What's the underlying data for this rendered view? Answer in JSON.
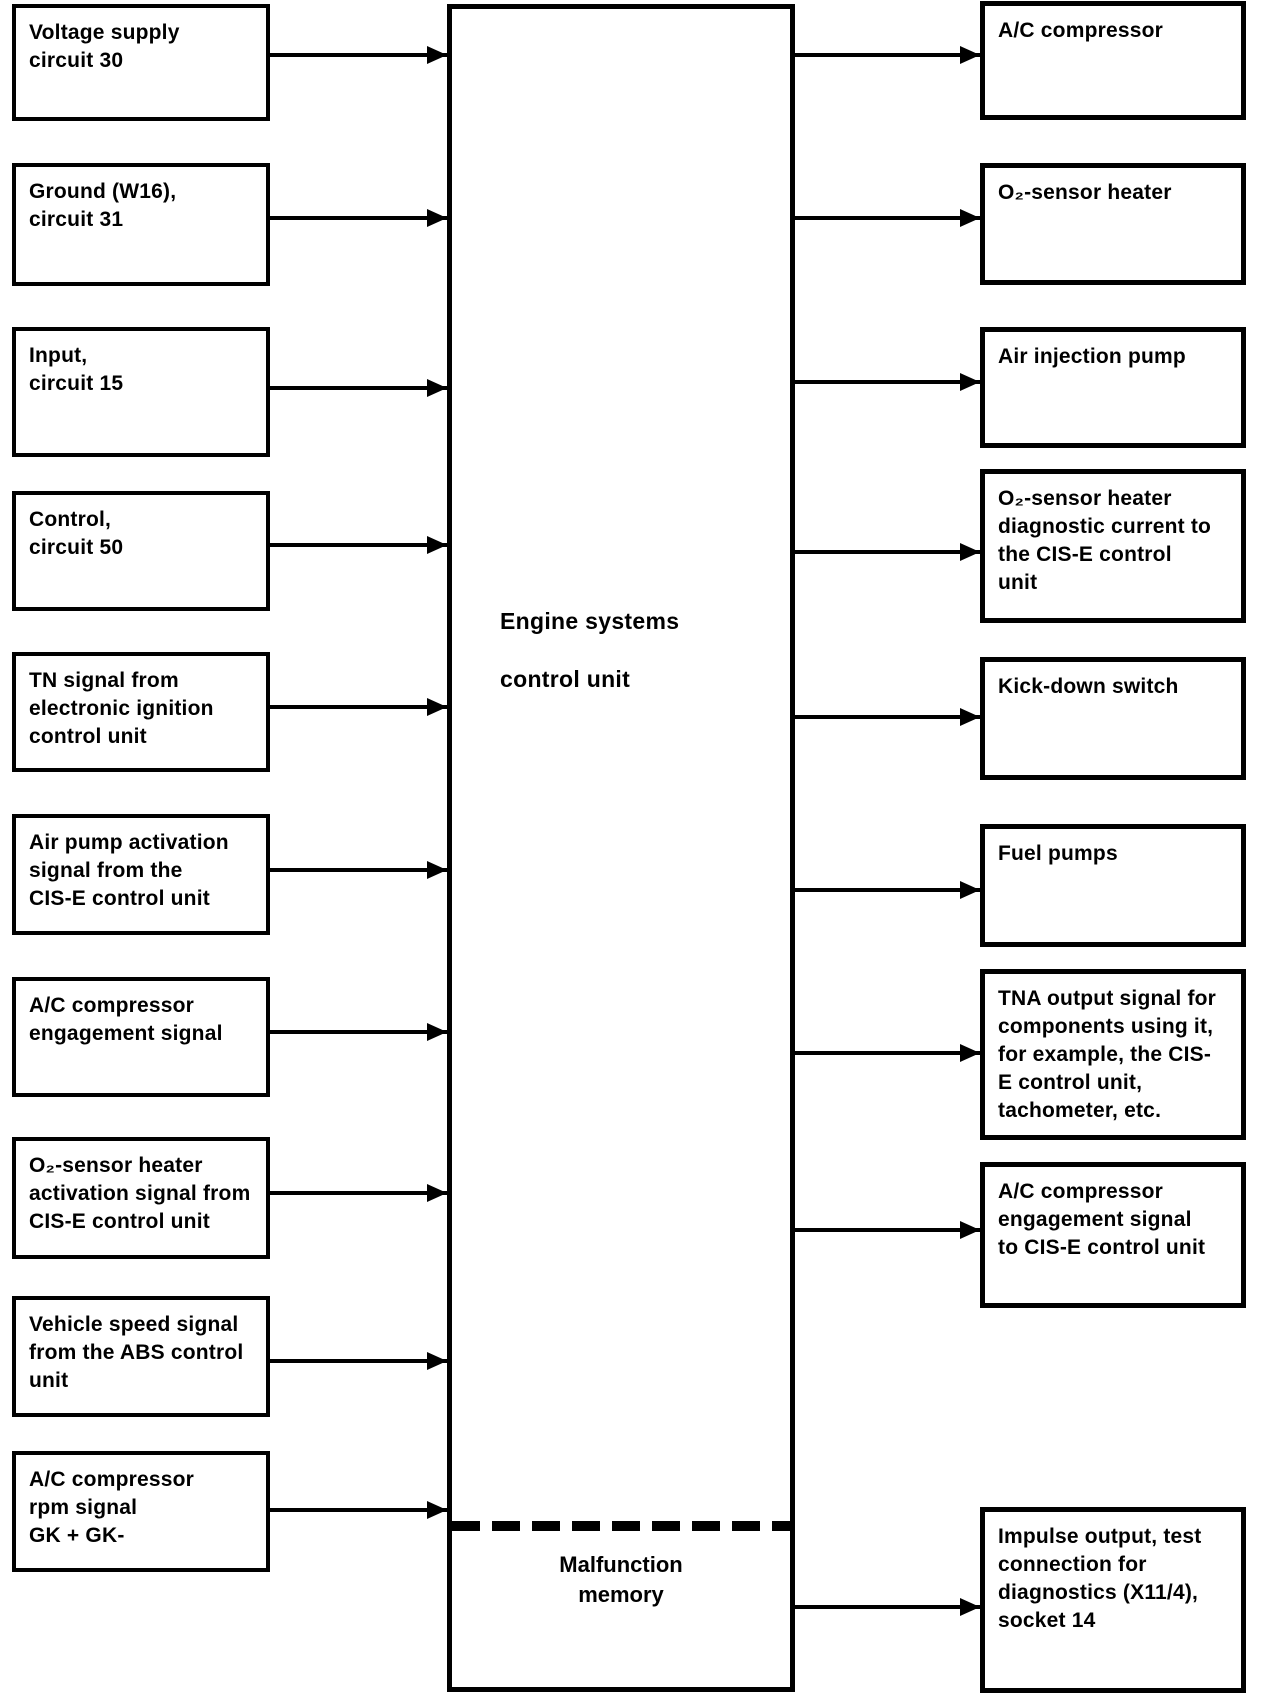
{
  "palette": {
    "ink": "#000000",
    "paper": "#ffffff"
  },
  "center_unit": {
    "title_line1": "Engine systems",
    "title_line2": "control unit",
    "memory_label": "Malfunction\nmemory"
  },
  "inputs": [
    {
      "label": "Voltage supply\ncircuit 30"
    },
    {
      "label": "Ground (W16),\ncircuit 31"
    },
    {
      "label": "Input,\ncircuit 15"
    },
    {
      "label": "Control,\ncircuit 50"
    },
    {
      "label": "TN signal from\nelectronic ignition\ncontrol unit"
    },
    {
      "label": "Air pump activation\nsignal from the\nCIS-E control unit"
    },
    {
      "label": "A/C compressor\nengagement signal"
    },
    {
      "label": "O₂-sensor heater\nactivation signal from\nCIS-E control unit"
    },
    {
      "label": "Vehicle speed signal\nfrom the ABS control\nunit"
    },
    {
      "label": "A/C compressor\nrpm signal\nGK + GK-"
    }
  ],
  "outputs": [
    {
      "label": "A/C compressor"
    },
    {
      "label": "O₂-sensor heater"
    },
    {
      "label": "Air injection pump"
    },
    {
      "label": "O₂-sensor heater\ndiagnostic current to\nthe CIS-E control\nunit"
    },
    {
      "label": "Kick-down switch"
    },
    {
      "label": "Fuel pumps"
    },
    {
      "label": "TNA output signal for\ncomponents using it,\nfor example, the CIS-\nE control unit,\ntachometer, etc."
    },
    {
      "label": "A/C compressor\nengagement signal\nto CIS-E control unit"
    },
    {
      "label": "Impulse output, test\nconnection for\ndiagnostics (X11/4),\nsocket 14"
    }
  ]
}
